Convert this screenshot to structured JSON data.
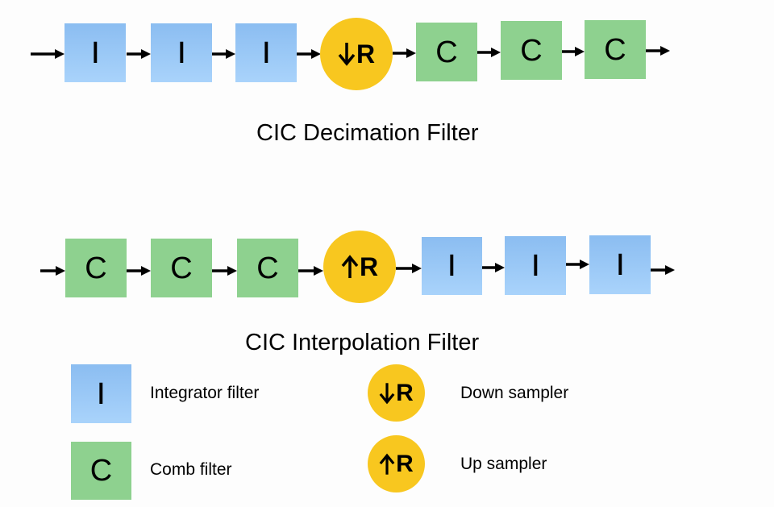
{
  "colors": {
    "integrator": "#9ac8f6",
    "comb": "#8ed18f",
    "sampler": "#f8c71f",
    "arrow": "#000000"
  },
  "decimation": {
    "title": "CIC Decimation Filter",
    "stages": [
      {
        "type": "integrator",
        "label": "I"
      },
      {
        "type": "integrator",
        "label": "I"
      },
      {
        "type": "integrator",
        "label": "I"
      },
      {
        "type": "down-sampler",
        "arrow": "down-arrow-icon",
        "label": "R"
      },
      {
        "type": "comb",
        "label": "C"
      },
      {
        "type": "comb",
        "label": "C"
      },
      {
        "type": "comb",
        "label": "C"
      }
    ]
  },
  "interpolation": {
    "title": "CIC Interpolation Filter",
    "stages": [
      {
        "type": "comb",
        "label": "C"
      },
      {
        "type": "comb",
        "label": "C"
      },
      {
        "type": "comb",
        "label": "C"
      },
      {
        "type": "up-sampler",
        "arrow": "up-arrow-icon",
        "label": "R"
      },
      {
        "type": "integrator",
        "label": "I"
      },
      {
        "type": "integrator",
        "label": "I"
      },
      {
        "type": "integrator",
        "label": "I"
      }
    ]
  },
  "legend": {
    "items": [
      {
        "symbol": "I",
        "text": "Integrator filter"
      },
      {
        "symbol": "C",
        "text": "Comb filter"
      },
      {
        "symbol": "R",
        "arrow": "down-arrow-icon",
        "text": "Down sampler"
      },
      {
        "symbol": "R",
        "arrow": "up-arrow-icon",
        "text": "Up sampler"
      }
    ]
  }
}
